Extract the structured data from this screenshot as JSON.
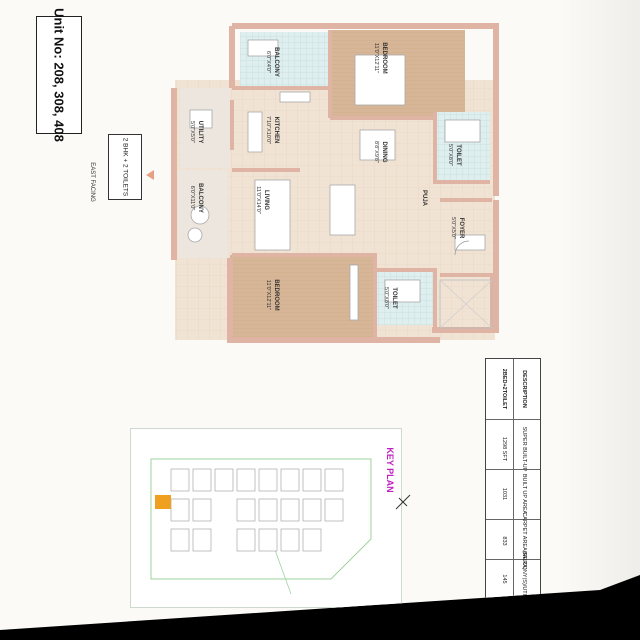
{
  "title": {
    "unit_no": "Unit No: 208, 308, 408",
    "config": "2 BHK + 2 TOILETS",
    "facing": "EAST FACING"
  },
  "rooms": [
    {
      "name": "BEDROOM",
      "dim": "11'0\"X12'11\""
    },
    {
      "name": "BEDROOM",
      "dim": "11'0\"X12'11\""
    },
    {
      "name": "KITCHEN",
      "dim": "7'10\"X10'0\""
    },
    {
      "name": "UTILITY",
      "dim": "5'0\"X5'0\""
    },
    {
      "name": "BALCONY",
      "dim": "6'0\"X4'0\""
    },
    {
      "name": "DINING",
      "dim": "8'8\"X9'8\""
    },
    {
      "name": "LIVING",
      "dim": "11'0\"X14'0\""
    },
    {
      "name": "BALCONY",
      "dim": "6'0\"X11'0\""
    },
    {
      "name": "TOILET",
      "dim": "5'0\"X8'0\""
    },
    {
      "name": "TOILET",
      "dim": "5'0\"X8'0\""
    },
    {
      "name": "FOYER",
      "dim": "5'0\"X5'0\""
    },
    {
      "name": "PUJA",
      "dim": ""
    }
  ],
  "keyplan": {
    "title": "KEY PLAN"
  },
  "area_table": {
    "headers": [
      "2BED+2TOILET",
      "DESCRIPTION"
    ],
    "rows": [
      {
        "label": "SUPER BUILT-UP",
        "value": "1298 SFT"
      },
      {
        "label": "BUILT UP AREA",
        "value": "1031"
      },
      {
        "label": "CARPET AREA(RERA)",
        "value": "833"
      },
      {
        "label": "BALCONY(S)/UTILITY",
        "value": "145"
      }
    ]
  },
  "colors": {
    "wall": "#e0b4a4",
    "floor_tile": "#f1e3d3",
    "wood_floor": "#d6b696",
    "wet_tile": "#d9ecec",
    "accent_keyplan": "#f0a020"
  }
}
